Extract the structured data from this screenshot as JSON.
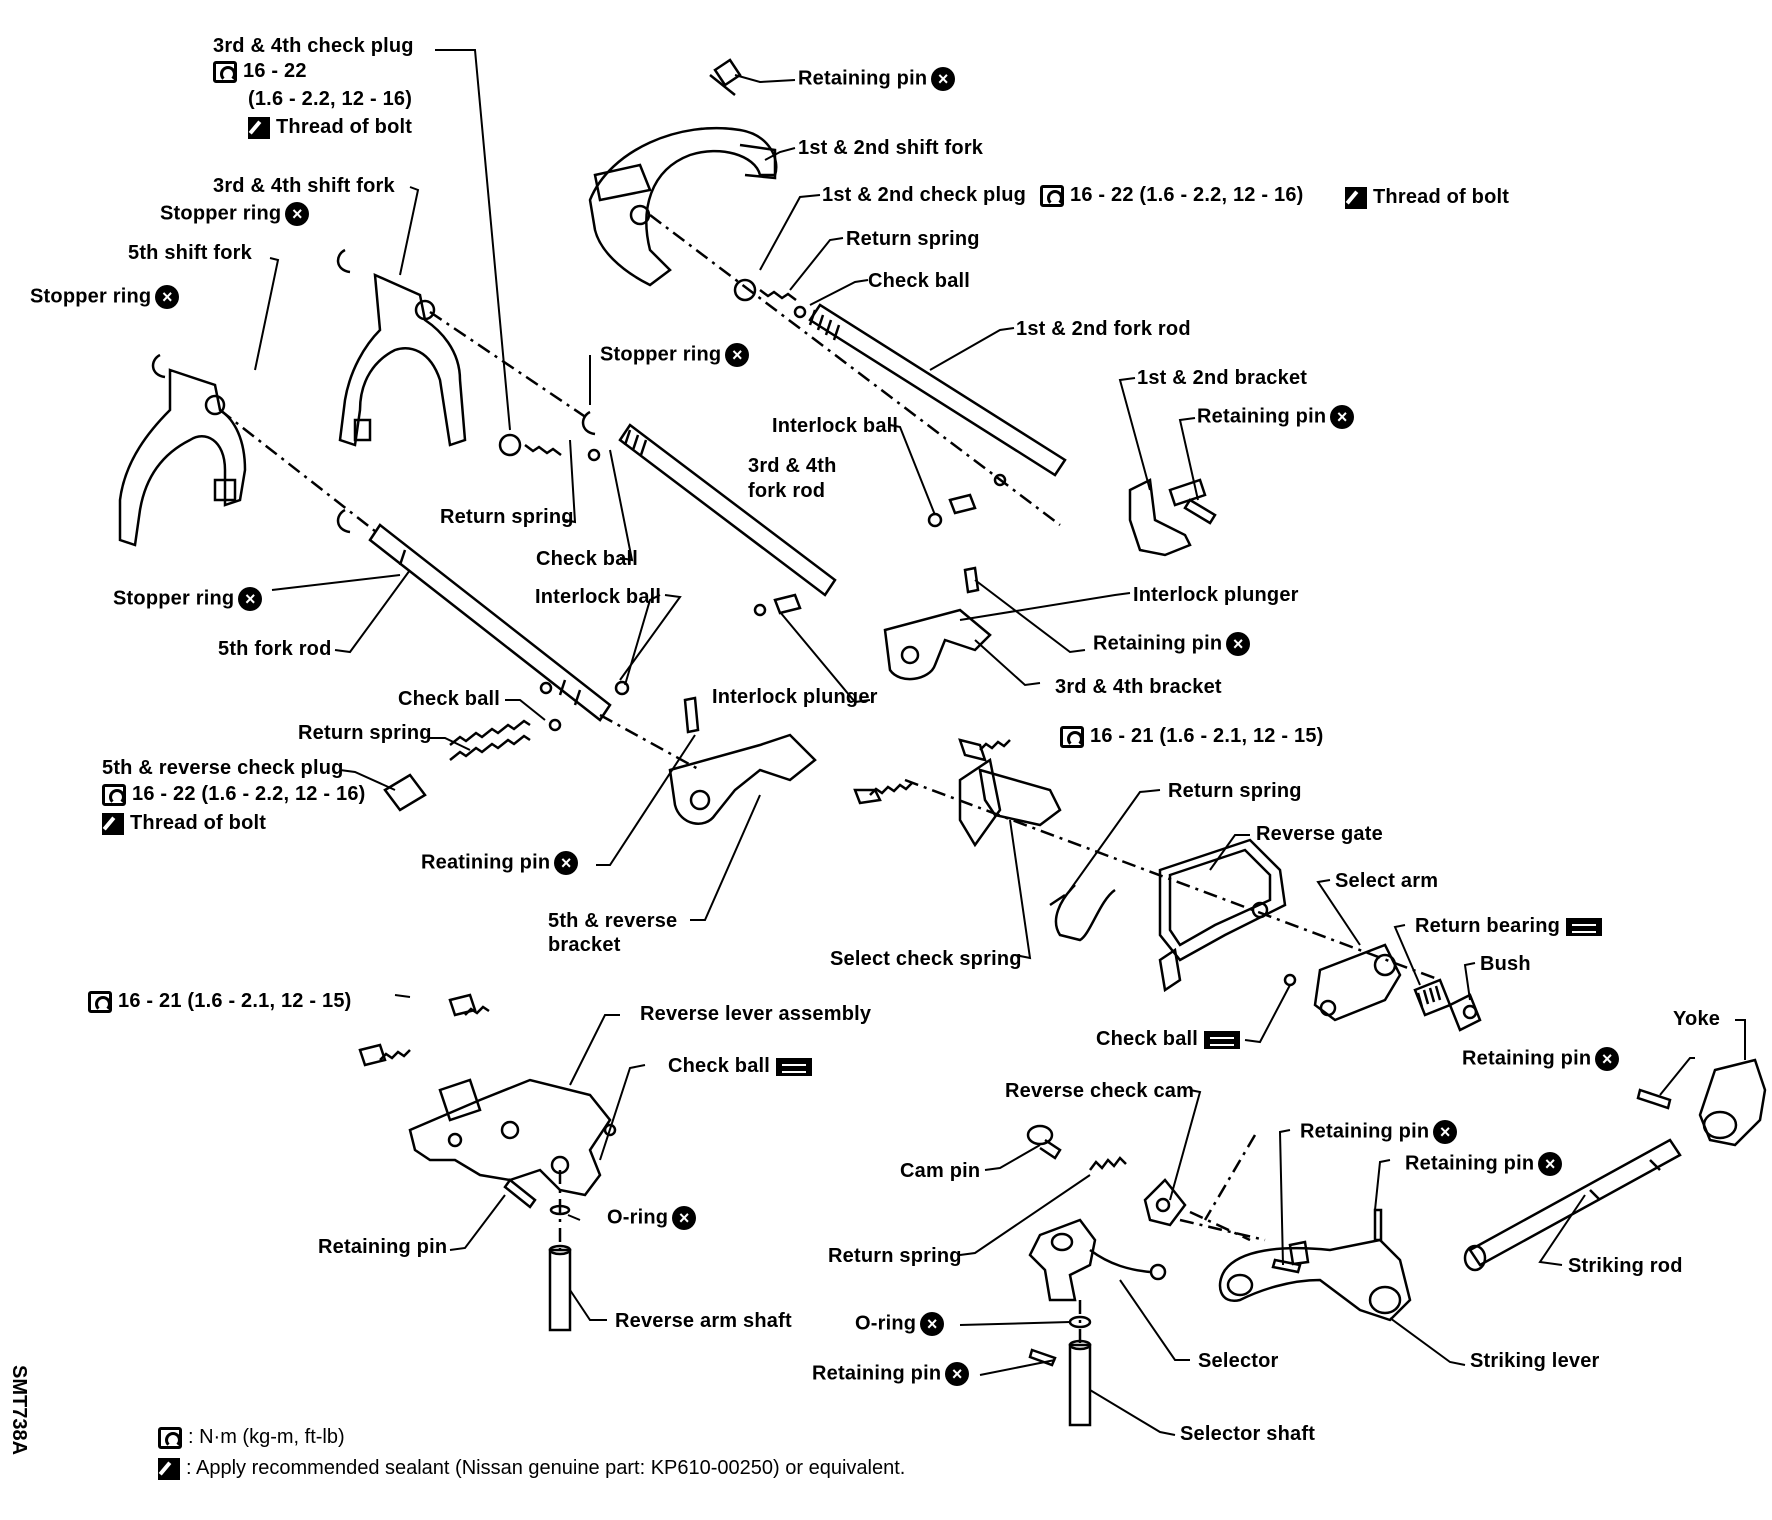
{
  "figure_code": "SMT738A",
  "labels": {
    "check_plug_34": "3rd & 4th check plug",
    "torque_34_plug_a": "16 - 22",
    "torque_34_plug_b": "(1.6 - 2.2, 12 - 16)",
    "thread_34": "Thread of  bolt",
    "shift_fork_34": "3rd & 4th shift fork",
    "stopper_ring_a": "Stopper ring",
    "shift_fork_5": "5th shift fork",
    "stopper_ring_b": "Stopper ring",
    "retaining_pin_top": "Retaining pin",
    "shift_fork_12": "1st & 2nd shift fork",
    "check_plug_12": "1st & 2nd check plug",
    "torque_12_plug": "16 - 22 (1.6 - 2.2, 12 - 16)",
    "thread_12": "Thread  of bolt",
    "return_spring_12": "Return spring",
    "check_ball_12": "Check ball",
    "fork_rod_12": "1st & 2nd fork rod",
    "bracket_12": "1st & 2nd bracket",
    "retaining_pin_12": "Retaining pin",
    "stopper_ring_c": "Stopper  ring",
    "interlock_ball_a": "Interlock ball",
    "fork_rod_34_a": "3rd & 4th",
    "fork_rod_34_b": "fork rod",
    "return_spring_34": "Return spring",
    "check_ball_34": "Check ball",
    "interlock_ball_b": "Interlock ball",
    "interlock_plunger_a": "Interlock plunger",
    "retaining_pin_34": "Retaining pin",
    "bracket_34": "3rd & 4th bracket",
    "stopper_ring_d": "Stopper  ring",
    "fork_rod_5": "5th fork rod",
    "check_ball_5": "Check ball",
    "interlock_plunger_b": "Interlock plunger",
    "return_spring_5": "Return spring",
    "check_plug_5r": "5th & reverse check plug",
    "torque_5r": "16 - 22 (1.6 - 2.2, 12 - 16)",
    "thread_5r": "Thread  of bolt",
    "retaining_pin_5r": "Reatining  pin",
    "bracket_5r_a": "5th & reverse",
    "bracket_5r_b": "bracket",
    "torque_gate": "16 - 21 (1.6 - 2.1, 12 - 15)",
    "return_spring_gate": "Return spring",
    "reverse_gate": "Reverse gate",
    "select_arm": "Select arm",
    "return_bearing": "Return bearing",
    "bush": "Bush",
    "select_check_spring": "Select check spring",
    "check_ball_gate": "Check ball",
    "yoke": "Yoke",
    "retaining_pin_yoke": "Retaining   pin",
    "torque_rev": "16 - 21 (1.6 - 2.1, 12 - 15)",
    "reverse_lever_assembly": "Reverse lever assembly",
    "check_ball_rev": "Check ball",
    "o_ring_rev": "O-ring",
    "retaining_pin_rev": "Retaining pin",
    "reverse_arm_shaft": "Reverse arm shaft",
    "reverse_check_cam": "Reverse check cam",
    "cam_pin": "Cam pin",
    "retaining_pin_sel_a": "Retaining pin",
    "retaining_pin_sel_b": "Retaining pin",
    "return_spring_sel": "Return spring",
    "striking_rod": "Striking rod",
    "o_ring_sel": "O-ring",
    "selector": "Selector",
    "striking_lever": "Striking lever",
    "retaining_pin_sel_c": "Retaining pin",
    "selector_shaft": "Selector shaft"
  },
  "legend": {
    "torque_text": ":  N·m (kg-m, ft-lb)",
    "sealant_text": ":  Apply recommended sealant (Nissan genuine part: KP610-00250) or equivalent."
  },
  "icons": {
    "replace_symbol": "x-circle-icon",
    "torque_symbol": "torque-wrench-icon",
    "sealant_symbol": "sealant-icon",
    "grease_symbol": "grease-icon"
  }
}
